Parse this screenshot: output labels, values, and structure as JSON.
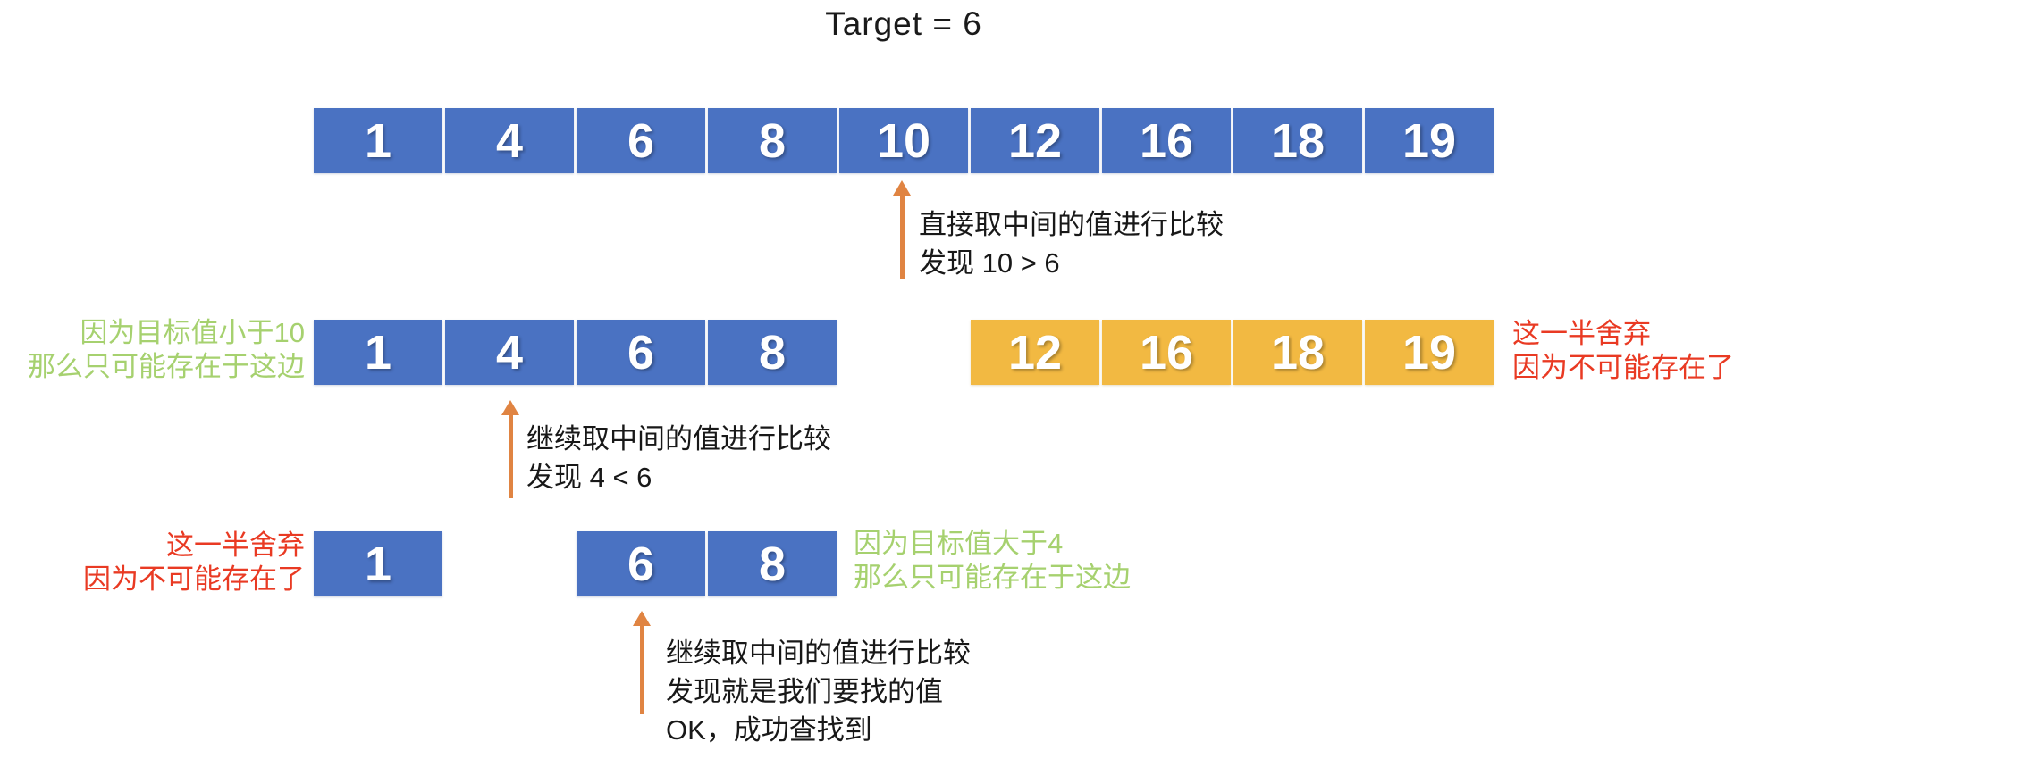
{
  "title": "Target = 6",
  "colors": {
    "array_blue": "#4a72c2",
    "array_gold": "#f2b942",
    "arrow_orange": "#e08442",
    "text_green": "#a6d16f",
    "text_red": "#e93a23"
  },
  "arrays": {
    "full_row": {
      "cells": [
        "1",
        "4",
        "6",
        "8",
        "10",
        "12",
        "16",
        "18",
        "19"
      ]
    },
    "second_row_kept": {
      "cells": [
        "1",
        "4",
        "6",
        "8"
      ]
    },
    "second_row_discarded": {
      "cells": [
        "12",
        "16",
        "18",
        "19"
      ]
    },
    "third_row_discarded": {
      "cells": [
        "1"
      ]
    },
    "third_row_kept": {
      "cells": [
        "6",
        "8"
      ]
    }
  },
  "annotations": {
    "step1": {
      "line1": "直接取中间的值进行比较",
      "line2": "发现 10 > 6"
    },
    "step2": {
      "line1": "继续取中间的值进行比较",
      "line2": "发现 4 < 6"
    },
    "step3": {
      "line1": "继续取中间的值进行比较",
      "line2": "发现就是我们要找的值",
      "line3": "OK，成功查找到"
    },
    "keep_left_half": {
      "line1": "因为目标值小于10",
      "line2": "那么只可能存在于这边"
    },
    "discard_right_half": {
      "line1": "这一半舍弃",
      "line2": "因为不可能存在了"
    },
    "discard_left_half": {
      "line1": "这一半舍弃",
      "line2": "因为不可能存在了"
    },
    "keep_right_half": {
      "line1": "因为目标值大于4",
      "line2": "那么只可能存在于这边"
    }
  }
}
